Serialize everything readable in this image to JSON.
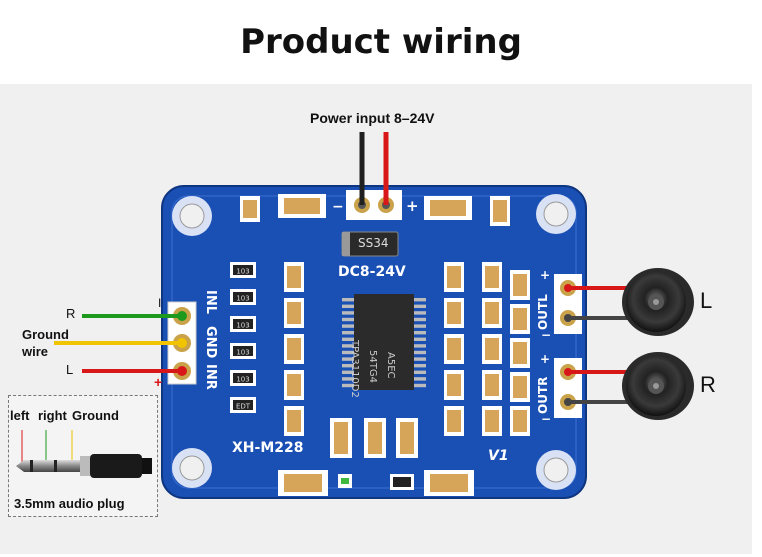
{
  "title": "Product wiring",
  "power": {
    "label": "Power input 8–24V",
    "minus": "−",
    "plus": "+"
  },
  "input": {
    "r_label": "R",
    "ground_label": "Ground wire",
    "l_label": "L",
    "pin_one": "I",
    "pin_plus": "+"
  },
  "pcb": {
    "model": "XH-M228",
    "version": "V1",
    "voltage": "DC8-24V",
    "diode": "SS34",
    "chip_line1": "TPA3110D2",
    "chip_line2": "54TG4",
    "chip_line3": "A5EC",
    "in_labels": [
      "INL",
      "GND",
      "INR"
    ],
    "outl": "OUTL",
    "outr": "OUTR",
    "out_plus": "+",
    "out_minus": "−",
    "resistor_codes": [
      "103",
      "103",
      "103",
      "103",
      "103",
      "EDT"
    ]
  },
  "speakers": {
    "left": "L",
    "right": "R"
  },
  "plug": {
    "left": "left",
    "right": "right",
    "ground": "Ground",
    "caption": "3.5mm audio plug"
  },
  "colors": {
    "pcb_blue": "#1a4fb4",
    "wire_red": "#d81818",
    "wire_black": "#202020",
    "wire_green": "#1d9a1d",
    "wire_yellow": "#f0c400"
  }
}
